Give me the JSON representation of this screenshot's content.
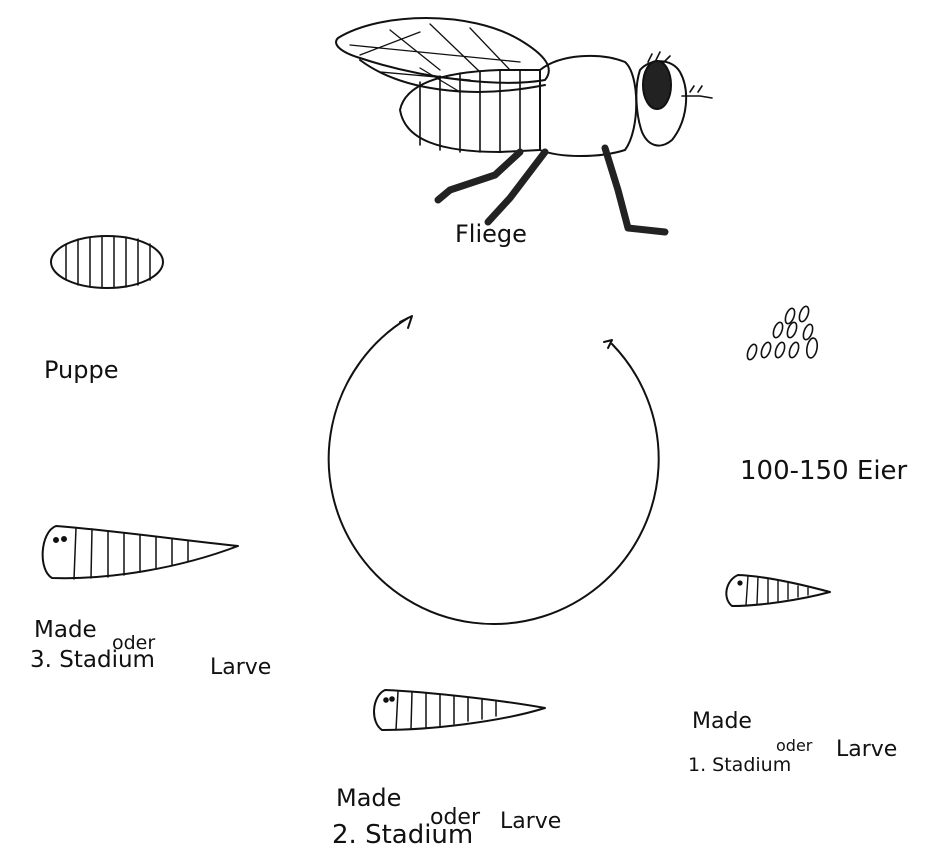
{
  "stages": {
    "fly": {
      "label": "Fliege"
    },
    "eggs": {
      "label": "100-150 Eier"
    },
    "larva1": {
      "line1_a": "Made",
      "line1_b": "oder",
      "line1_c": "Larve",
      "line2": "1. Stadium"
    },
    "larva2": {
      "line1_a": "Made",
      "line1_b": "oder",
      "line1_c": "Larve",
      "line2": "2. Stadium"
    },
    "larva3": {
      "line1_a": "Made",
      "line1_b": "oder",
      "line1_c": "Larve",
      "line2": "3. Stadium"
    },
    "pupa": {
      "label": "Puppe"
    }
  }
}
